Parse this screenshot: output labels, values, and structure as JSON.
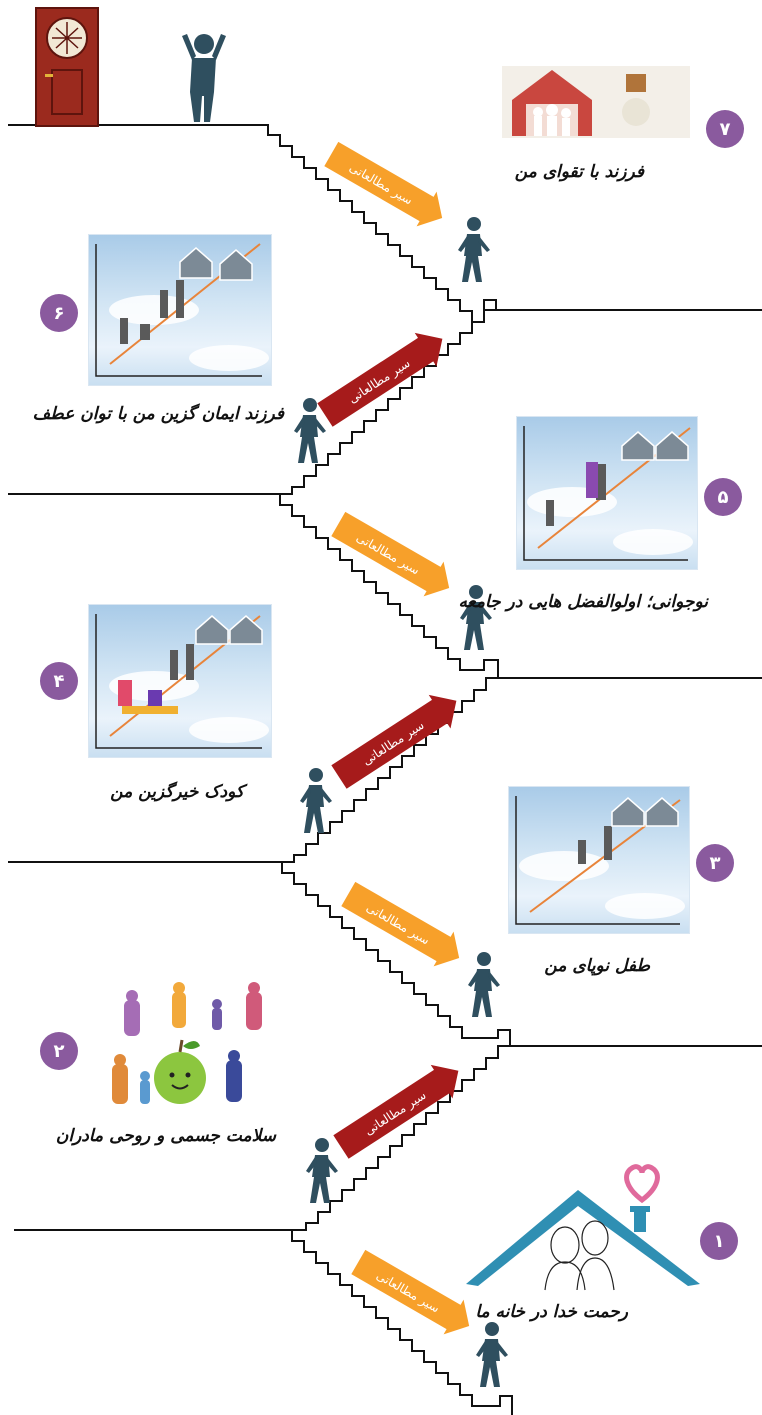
{
  "stages": [
    {
      "number": "۱",
      "caption": "رحمت خدا در خانه ما"
    },
    {
      "number": "۲",
      "caption": "سلامت جسمی و روحی مادران"
    },
    {
      "number": "۳",
      "caption": "طفل نوپای من"
    },
    {
      "number": "۴",
      "caption": "کودک خیرگزین من"
    },
    {
      "number": "۵",
      "caption": "نوجوانی؛ اولوالفضل هایی در جامعه"
    },
    {
      "number": "۶",
      "caption": "فرزند ایمان گزین من با توان عطف"
    },
    {
      "number": "۷",
      "caption": "فرزند با تقوای من"
    }
  ],
  "arrow_label": "سیر مطالعاتی",
  "colors": {
    "badge": "#8a5a9e",
    "arrow_orange": "#f7a02a",
    "arrow_red": "#a61b1b",
    "figure": "#2f4f5f",
    "house": "#2f8fb3",
    "heart": "#e06a9c",
    "door": "#9b2a1e"
  },
  "icons": [
    "door-icon",
    "cheering-person-icon",
    "walking-person-icon",
    "house-icon",
    "heart-icon",
    "apple-icon"
  ]
}
